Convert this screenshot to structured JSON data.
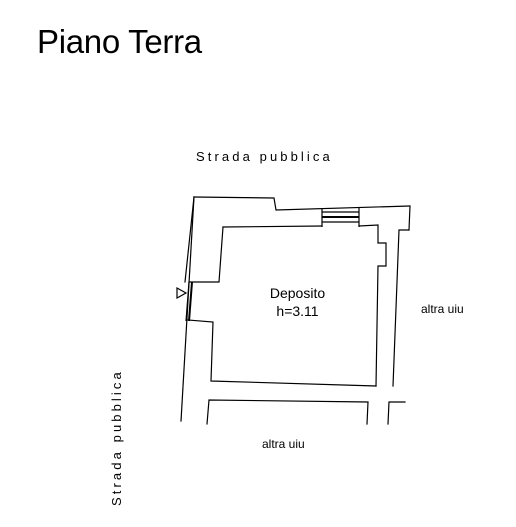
{
  "title": "Piano Terra",
  "room": {
    "name": "Deposito",
    "height_label": "h=3.11"
  },
  "neighbors": {
    "right": "altra uiu",
    "bottom": "altra uiu"
  },
  "streets": {
    "top": "Strada  pubblica",
    "left": "Strada  pubblica"
  }
}
